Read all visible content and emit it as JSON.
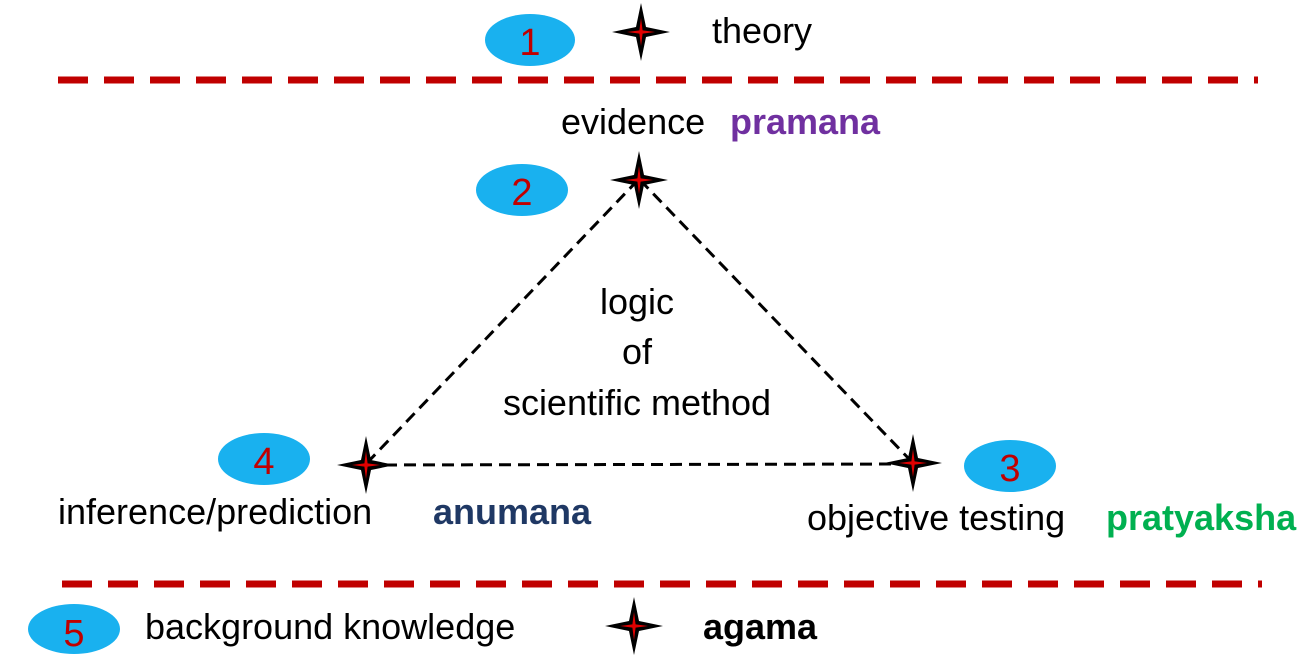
{
  "colors": {
    "separator": "#c00000",
    "badge_fill": "#19b1ef",
    "badge_number": "#c00000",
    "star_fill": "#000000",
    "star_accent": "#e00000",
    "edge": "#000000",
    "pramana": "#7030a0",
    "anumana": "#1f3864",
    "pratyaksha": "#00b050",
    "agama": "#000000"
  },
  "top": {
    "badge": "1",
    "label": "theory"
  },
  "evidence": {
    "badge": "2",
    "label": "evidence",
    "term": "pramana"
  },
  "center_text": {
    "line1": "logic",
    "line2": "of",
    "line3": "scientific method"
  },
  "testing": {
    "badge": "3",
    "label": "objective testing",
    "term": "pratyaksha"
  },
  "inference": {
    "badge": "4",
    "label": "inference/prediction",
    "term": "anumana"
  },
  "bottom": {
    "badge": "5",
    "label": "background knowledge",
    "term": "agama"
  },
  "icons": {
    "node": "four-point-star-icon",
    "badge": "ellipse-badge"
  }
}
